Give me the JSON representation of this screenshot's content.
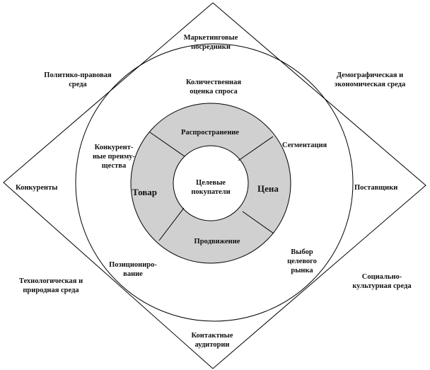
{
  "environment": {
    "top": "Маркетинговые\nпосредники",
    "bottom": "Контактные\nаудитории",
    "left": "Конкуренты",
    "right": "Поставщики",
    "top_left": "Политико-правовая\nсреда",
    "top_right": "Демографическая  и\nэкономическая  среда",
    "bottom_left": "Технологическая  и\nприродная  среда",
    "bottom_right": "Социально-\nкультурная  среда"
  },
  "market_ring": {
    "demand": "Количественная\nоценка  спроса",
    "segmentation": "Сегментация",
    "target_market": "Выбор\nцелевого\nрынка",
    "positioning": "Позициониро-\nвание",
    "advantages": "Конкурент-\nные преиму-\nщества"
  },
  "mix_ring": {
    "place": "Распространение",
    "price": "Цена",
    "promotion": "Продвижение",
    "product": "Товар"
  },
  "core": {
    "label": "Целевые\nпокупатели"
  },
  "colors": {
    "ring_fill": "#d0d0d0",
    "stroke": "#000000",
    "background": "#ffffff"
  }
}
